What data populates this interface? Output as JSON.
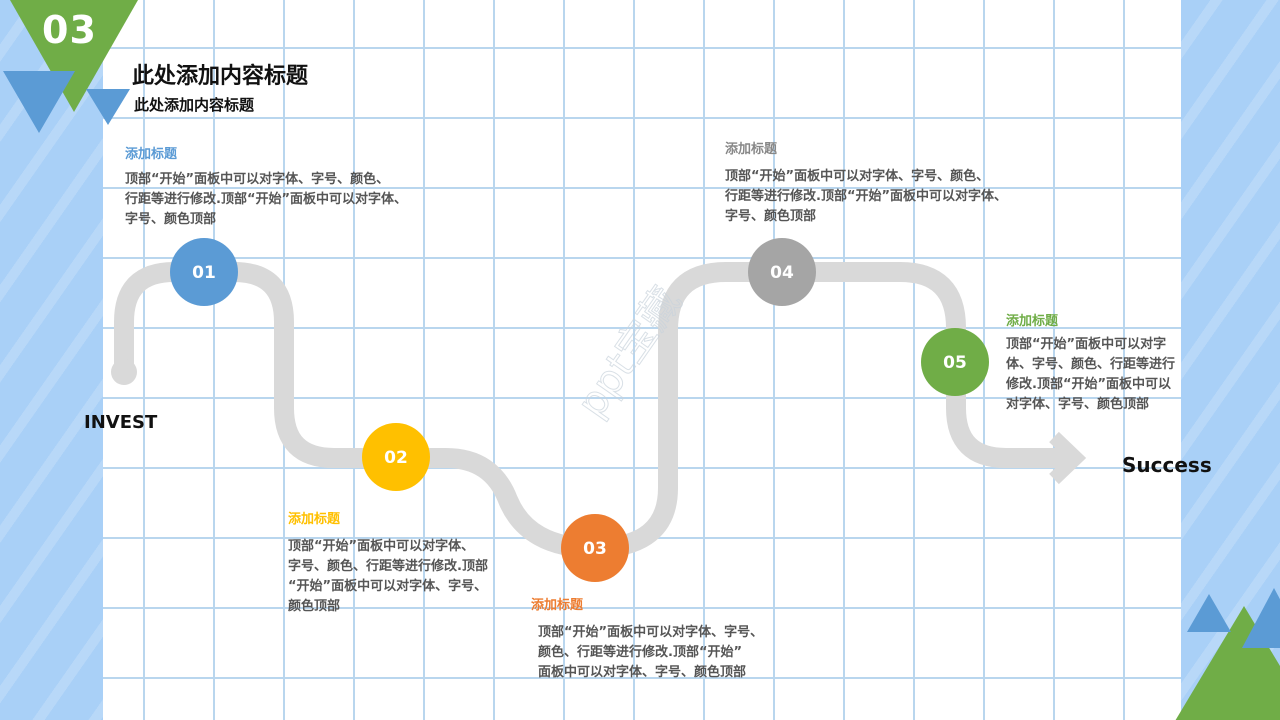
{
  "section_number": "03",
  "header": {
    "title": "此处添加内容标题",
    "subtitle": "此处添加内容标题"
  },
  "start_label": "INVEST",
  "end_label": "Success",
  "watermark": "ppt宝藏",
  "steps": [
    {
      "num": "01",
      "color": "#5b9bd5",
      "title": "添加标题",
      "lines": [
        "顶部“开始”面板中可以对字体、字号、颜色、",
        "行距等进行修改.顶部“开始”面板中可以对字体、",
        "字号、颜色顶部"
      ]
    },
    {
      "num": "02",
      "color": "#ffc000",
      "title": "添加标题",
      "lines": [
        "顶部“开始”面板中可以对字体、",
        "字号、颜色、行距等进行修改.顶部",
        "“开始”面板中可以对字体、字号、",
        "颜色顶部"
      ]
    },
    {
      "num": "03",
      "color": "#ed7d31",
      "title": "添加标题",
      "lines": [
        "顶部“开始”面板中可以对字体、字号、",
        "颜色、行距等进行修改.顶部“开始”",
        "面板中可以对字体、字号、颜色顶部"
      ]
    },
    {
      "num": "04",
      "color": "#a5a5a5",
      "title": "添加标题",
      "lines": [
        "顶部“开始”面板中可以对字体、字号、颜色、",
        "行距等进行修改.顶部“开始”面板中可以对字体、",
        "字号、颜色顶部"
      ]
    },
    {
      "num": "05",
      "color": "#70ad47",
      "title": "添加标题",
      "lines": [
        "顶部“开始”面板中可以对字",
        "体、字号、颜色、行距等进行",
        "修改.顶部“开始”面板中可以",
        "对字体、字号、颜色顶部"
      ]
    }
  ],
  "colors": {
    "path": "#d9d9d9",
    "triangle_blue": "#5b9bd5",
    "triangle_green": "#70ad47"
  }
}
